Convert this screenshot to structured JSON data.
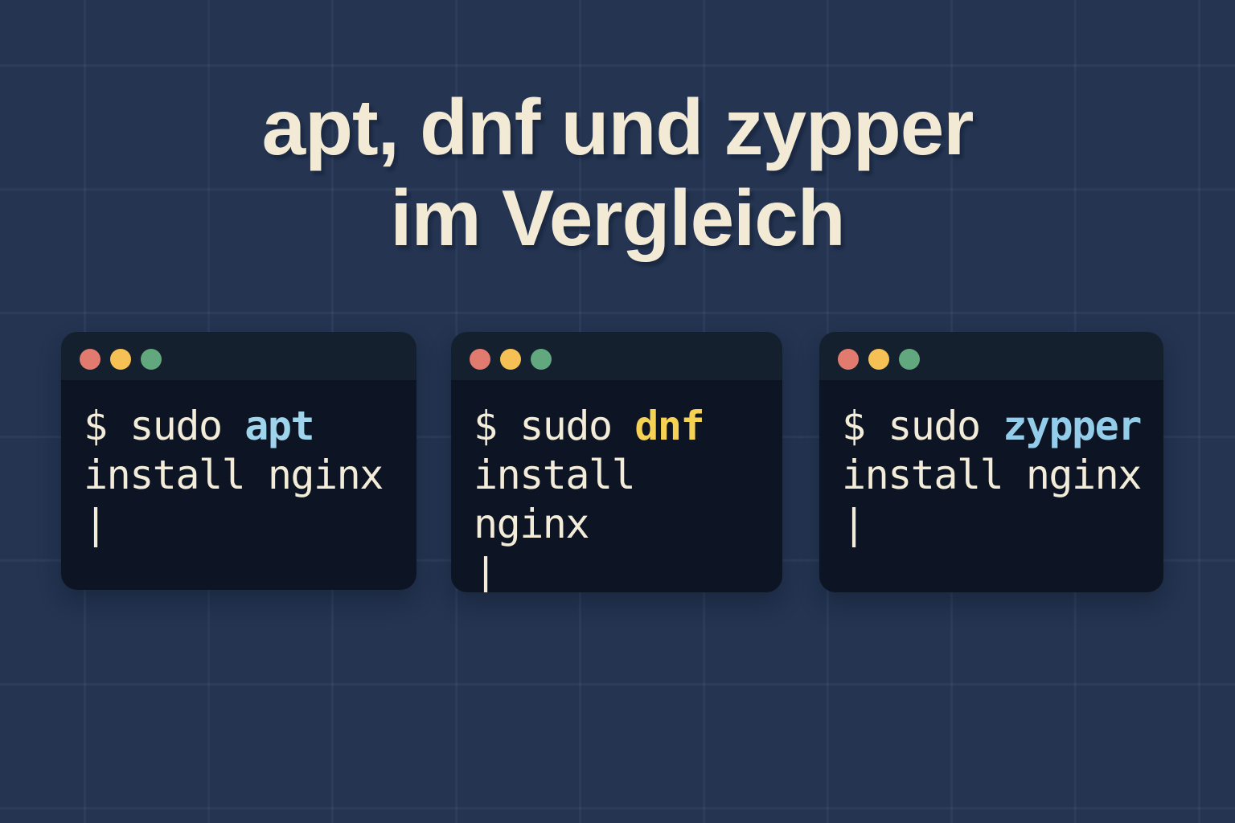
{
  "page": {
    "background_color": "#243451",
    "grid_line_color": "rgba(156,184,228,0.07)"
  },
  "title": {
    "line1": "apt, dnf und zypper",
    "line2": "im Vergleich",
    "color": "#f3ead6"
  },
  "window_controls": {
    "close_color": "#e17a6f",
    "minimize_color": "#f5c154",
    "maximize_color": "#62a87e"
  },
  "terminal_colors": {
    "titlebar": "#15202e",
    "body": "#0d1524",
    "text": "#f3ecd9"
  },
  "terminals": [
    {
      "id": "apt",
      "prompt": "$ sudo",
      "package_manager": "apt",
      "package_manager_color": "#9ed4ec",
      "command_rest": "install nginx",
      "cursor": "|"
    },
    {
      "id": "dnf",
      "prompt": "$ sudo",
      "package_manager": "dnf",
      "package_manager_color": "#f6d254",
      "command_rest": "install nginx",
      "cursor": "|"
    },
    {
      "id": "zypper",
      "prompt": "$ sudo",
      "package_manager": "zypper",
      "package_manager_color": "#93cde9",
      "command_rest": "install nginx",
      "cursor": "|"
    }
  ]
}
